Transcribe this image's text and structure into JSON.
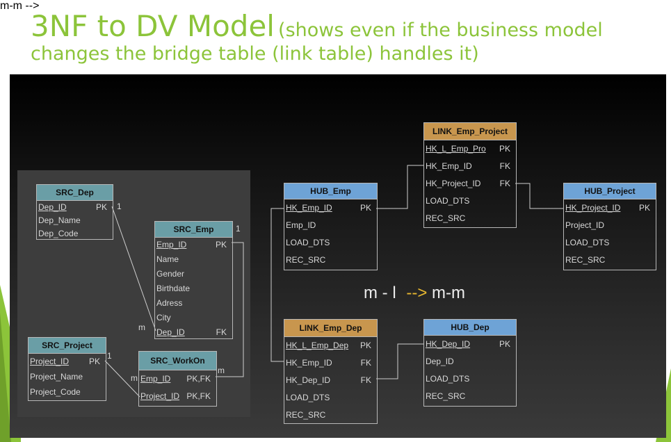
{
  "title": {
    "main": "3NF to DV Model",
    "sub1": "(shows even if the business model",
    "sub2": "changes the bridge table (link table) handles it)"
  },
  "colors": {
    "title": "#8cc43a",
    "teal_header": "#6a9ea6",
    "blue_header": "#6ea3d6",
    "gold_header": "#c8964e",
    "arrow_text": "#e8b830"
  },
  "tables": {
    "src_dep": {
      "name": "SRC_Dep",
      "rows": [
        {
          "label": "Dep_ID",
          "key": "PK"
        },
        {
          "label": "Dep_Name",
          "key": ""
        },
        {
          "label": "Dep_Code",
          "key": ""
        }
      ]
    },
    "src_emp": {
      "name": "SRC_Emp",
      "rows": [
        {
          "label": "Emp_ID",
          "key": "PK"
        },
        {
          "label": "Name",
          "key": ""
        },
        {
          "label": "Gender",
          "key": ""
        },
        {
          "label": "Birthdate",
          "key": ""
        },
        {
          "label": "Adress",
          "key": ""
        },
        {
          "label": "City",
          "key": ""
        },
        {
          "label": "Dep_ID",
          "key": "FK"
        }
      ]
    },
    "src_project": {
      "name": "SRC_Project",
      "rows": [
        {
          "label": "Project_ID",
          "key": "PK"
        },
        {
          "label": "Project_Name",
          "key": ""
        },
        {
          "label": "Project_Code",
          "key": ""
        }
      ]
    },
    "src_workon": {
      "name": "SRC_WorkOn",
      "rows": [
        {
          "label": "Emp_ID",
          "key": "PK,FK"
        },
        {
          "label": "Project_ID",
          "key": "PK,FK"
        }
      ]
    },
    "hub_emp": {
      "name": "HUB_Emp",
      "rows": [
        {
          "label": "HK_Emp_ID",
          "key": "PK"
        },
        {
          "label": "Emp_ID",
          "key": ""
        },
        {
          "label": "LOAD_DTS",
          "key": ""
        },
        {
          "label": "REC_SRC",
          "key": ""
        }
      ]
    },
    "link_emp_project": {
      "name": "LINK_Emp_Project",
      "rows": [
        {
          "label": "HK_L_Emp_Pro",
          "key": "PK"
        },
        {
          "label": "HK_Emp_ID",
          "key": "FK"
        },
        {
          "label": "HK_Project_ID",
          "key": "FK"
        },
        {
          "label": "LOAD_DTS",
          "key": ""
        },
        {
          "label": "REC_SRC",
          "key": ""
        }
      ]
    },
    "hub_project": {
      "name": "HUB_Project",
      "rows": [
        {
          "label": "HK_Project_ID",
          "key": "PK"
        },
        {
          "label": "Project_ID",
          "key": ""
        },
        {
          "label": "LOAD_DTS",
          "key": ""
        },
        {
          "label": "REC_SRC",
          "key": ""
        }
      ]
    },
    "link_emp_dep": {
      "name": "LINK_Emp_Dep",
      "rows": [
        {
          "label": "HK_L_Emp_Dep",
          "key": "PK"
        },
        {
          "label": "HK_Emp_ID",
          "key": "FK"
        },
        {
          "label": "HK_Dep_ID",
          "key": "FK"
        },
        {
          "label": "LOAD_DTS",
          "key": ""
        },
        {
          "label": "REC_SRC",
          "key": ""
        }
      ]
    },
    "hub_dep": {
      "name": "HUB_Dep",
      "rows": [
        {
          "label": "HK_Dep_ID",
          "key": "PK"
        },
        {
          "label": "Dep_ID",
          "key": ""
        },
        {
          "label": "LOAD_DTS",
          "key": ""
        },
        {
          "label": "REC_SRC",
          "key": ""
        }
      ]
    }
  },
  "cardinality": {
    "dep_one": "1",
    "emp_one": "1",
    "emp_many": "m",
    "project_one": "1",
    "workon_emp_m": "m",
    "workon_proj_m": "m"
  },
  "transition": {
    "from": "m - l",
    "arrow": "-->",
    "to": "m-m"
  }
}
